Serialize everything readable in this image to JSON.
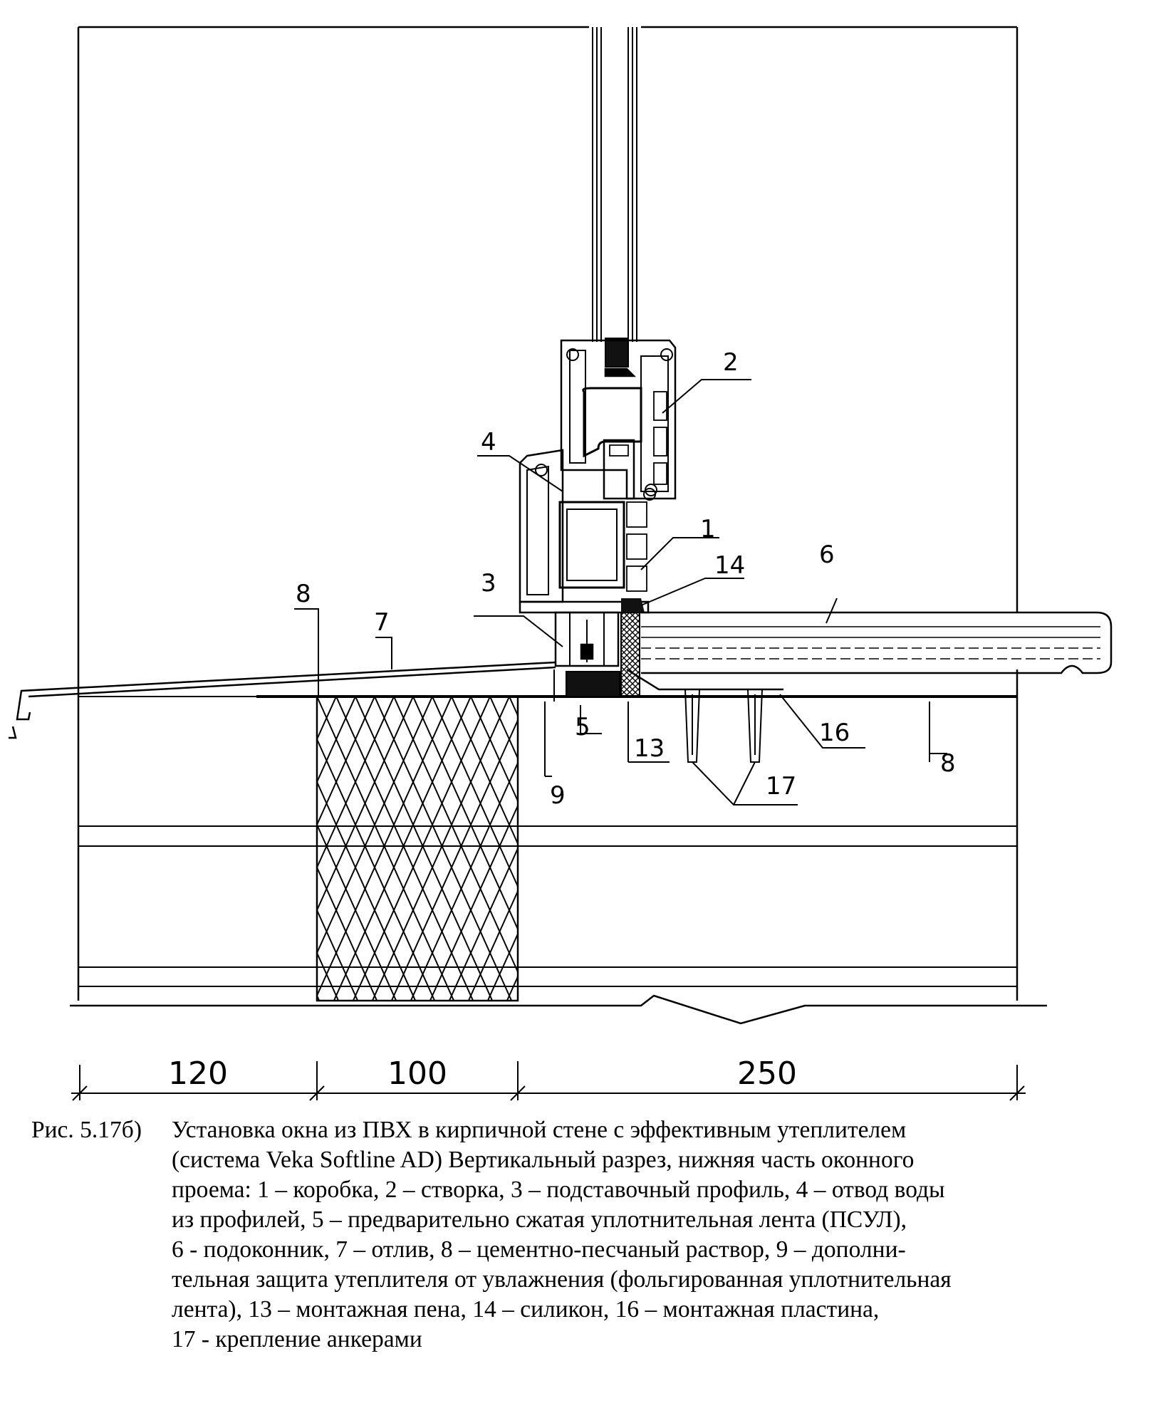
{
  "callouts": {
    "c1": "1",
    "c2": "2",
    "c3": "3",
    "c4": "4",
    "c5": "5",
    "c6": "6",
    "c7": "7",
    "c8a": "8",
    "c8b": "8",
    "c9": "9",
    "c13": "13",
    "c14": "14",
    "c16": "16",
    "c17": "17"
  },
  "dimensions": {
    "d1": "120",
    "d2": "100",
    "d3": "250"
  },
  "caption": {
    "label": "Рис. 5.17б)",
    "lines": [
      "Установка  окна из ПВХ  в  кирпичной стене с эффективным утеплителем",
      "(система Veka Softline AD) Вертикальный  разрез, нижняя часть оконного",
      "проема: 1 – коробка, 2 – створка, 3 – подставочный профиль, 4 – отвод воды",
      "из профилей, 5 – предварительно сжатая уплотнительная лента  (ПСУЛ),",
      "6 - подоконник, 7 – отлив,   8 – цементно-песчаный раствор, 9 – дополни-",
      "тельная защита утеплителя от увлажнения (фольгированная уплотнительная",
      "лента), 13 – монтажная пена, 14 – силикон,  16 – монтажная пластина,",
      "17 - крепление анкерами"
    ]
  }
}
